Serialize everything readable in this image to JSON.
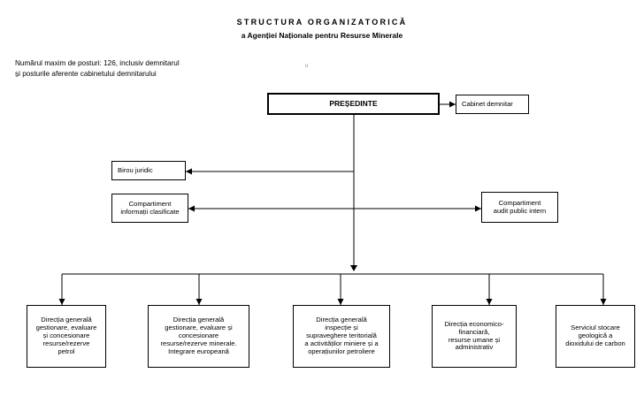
{
  "header": {
    "title": "STRUCTURA ORGANIZATORICĂ",
    "subtitle": "a Agenției Naționale pentru Resurse Minerale"
  },
  "note": {
    "line1": "Numărul maxim de posturi: 126, inclusiv demnitarul",
    "line2": "și posturile aferente cabinetului demnitarului"
  },
  "mark": "o",
  "units": {
    "president": "PREȘEDINTE",
    "cabinet": "Cabinet demnitar",
    "legal": "Birou juridic",
    "classified": "Compartiment\ninformații clasificate",
    "audit": "Compartiment\naudit public intern",
    "dept1": "Direcția generală\ngestionare, evaluare\nși concesionare\nresurse/rezerve\npetrol",
    "dept2": "Direcția generală\ngestionare, evaluare și\nconcesionare\nresurse/rezerve minerale.\nIntegrare europeană",
    "dept3": "Direcția generală\ninspecție și\nsupraveghere teritorială\na activităților miniere și a\noperațiunilor petroliere",
    "dept4": "Direcția economico-\nfinanciară,\nresurse umane și\nadministrativ",
    "dept5": "Serviciul stocare\ngeologică a\ndioxidului de carbon"
  }
}
